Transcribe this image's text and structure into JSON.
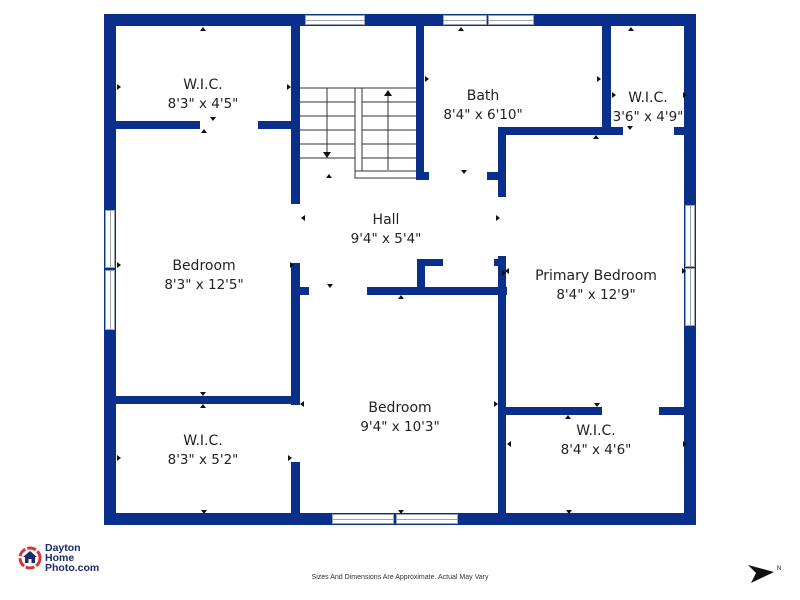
{
  "floor_plan": {
    "wall_color": "#0a2f8a",
    "rooms": [
      {
        "id": "wic-top-left",
        "name": "W.I.C.",
        "dimensions": "8'3\" x 4'5\""
      },
      {
        "id": "bath",
        "name": "Bath",
        "dimensions": "8'4\" x 6'10\""
      },
      {
        "id": "wic-top-right",
        "name": "W.I.C.",
        "dimensions": "3'6\" x 4'9\""
      },
      {
        "id": "hall",
        "name": "Hall",
        "dimensions": "9'4\" x 5'4\""
      },
      {
        "id": "bedroom-left",
        "name": "Bedroom",
        "dimensions": "8'3\" x 12'5\""
      },
      {
        "id": "primary-bedroom",
        "name": "Primary Bedroom",
        "dimensions": "8'4\" x 12'9\""
      },
      {
        "id": "bedroom-center",
        "name": "Bedroom",
        "dimensions": "9'4\" x 10'3\""
      },
      {
        "id": "wic-bottom-left",
        "name": "W.I.C.",
        "dimensions": "8'3\" x 5'2\""
      },
      {
        "id": "wic-bottom-right",
        "name": "W.I.C.",
        "dimensions": "8'4\" x 4'6\""
      }
    ]
  },
  "branding": {
    "logo_line1": "Dayton",
    "logo_line2": "Home",
    "logo_line3": "Photo.com",
    "logo_colors": {
      "ring": "#d6343a",
      "house": "#1b2a6b"
    }
  },
  "footer": {
    "disclaimer": "Sizes And Dimensions Are Approximate. Actual May Vary"
  },
  "compass": {
    "label": "N"
  }
}
